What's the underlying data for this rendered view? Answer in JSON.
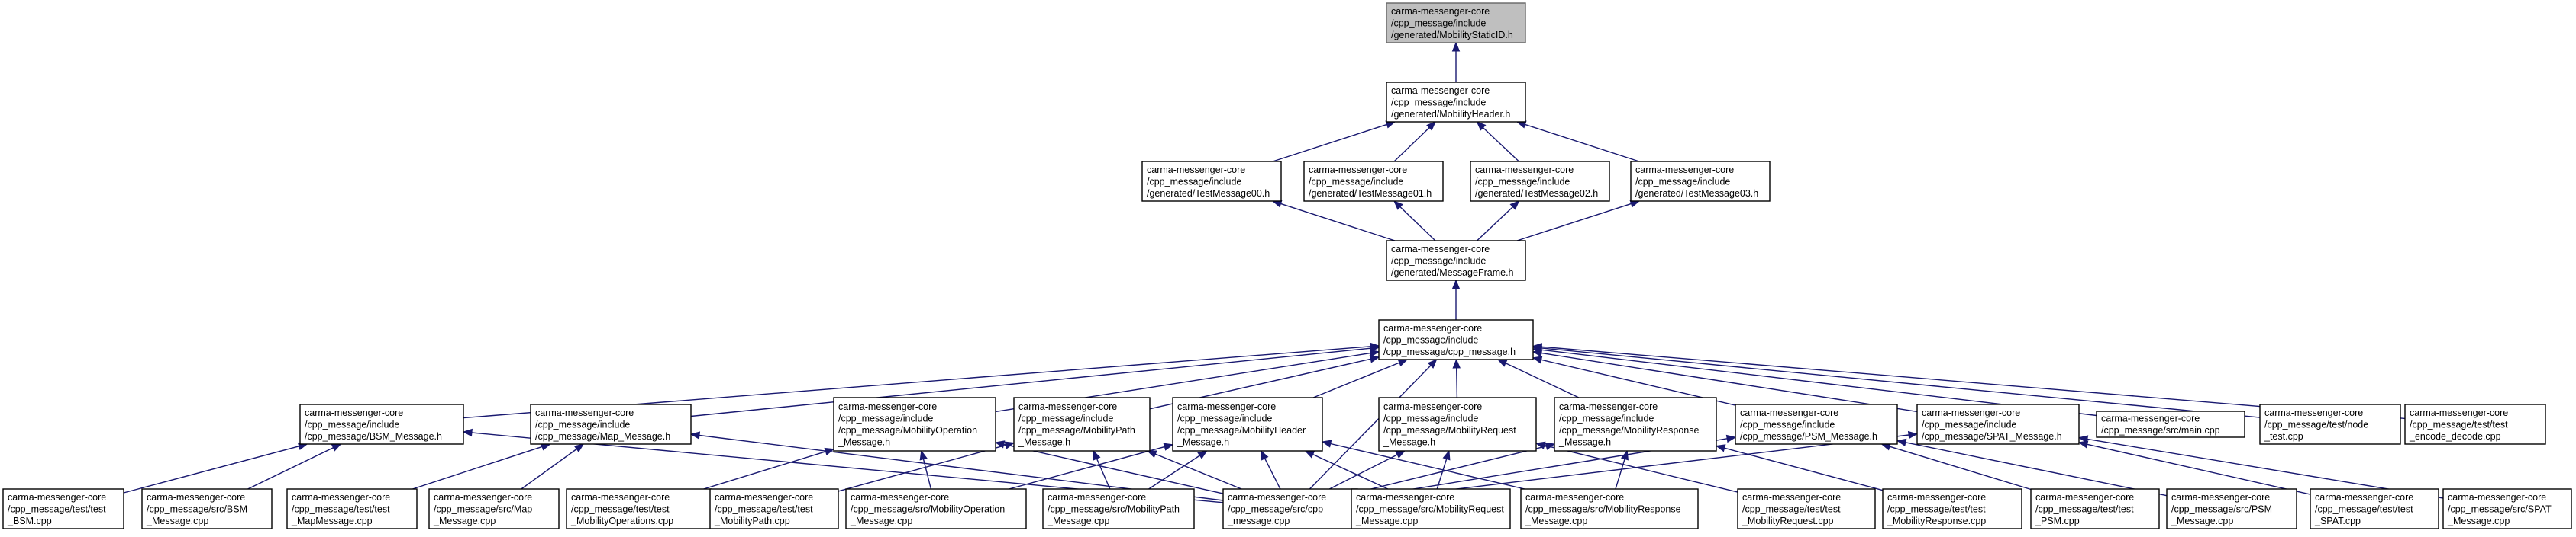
{
  "graph": {
    "kind": "include dependency graph",
    "edge_color": "#191970",
    "root_fill": "#bfbfbf",
    "nodes": [
      {
        "id": "root",
        "lines": [
          "carma-messenger-core",
          "/cpp_message/include",
          "/generated/MobilityStaticID.h"
        ],
        "root": true
      },
      {
        "id": "mobheader",
        "lines": [
          "carma-messenger-core",
          "/cpp_message/include",
          "/generated/MobilityHeader.h"
        ]
      },
      {
        "id": "tm00",
        "lines": [
          "carma-messenger-core",
          "/cpp_message/include",
          "/generated/TestMessage00.h"
        ]
      },
      {
        "id": "tm01",
        "lines": [
          "carma-messenger-core",
          "/cpp_message/include",
          "/generated/TestMessage01.h"
        ]
      },
      {
        "id": "tm02",
        "lines": [
          "carma-messenger-core",
          "/cpp_message/include",
          "/generated/TestMessage02.h"
        ]
      },
      {
        "id": "tm03",
        "lines": [
          "carma-messenger-core",
          "/cpp_message/include",
          "/generated/TestMessage03.h"
        ]
      },
      {
        "id": "msgframe",
        "lines": [
          "carma-messenger-core",
          "/cpp_message/include",
          "/generated/MessageFrame.h"
        ]
      },
      {
        "id": "cppmsgh",
        "lines": [
          "carma-messenger-core",
          "/cpp_message/include",
          "/cpp_message/cpp_message.h"
        ]
      },
      {
        "id": "bsmh",
        "lines": [
          "carma-messenger-core",
          "/cpp_message/include",
          "/cpp_message/BSM_Message.h"
        ]
      },
      {
        "id": "maph",
        "lines": [
          "carma-messenger-core",
          "/cpp_message/include",
          "/cpp_message/Map_Message.h"
        ]
      },
      {
        "id": "mobopsh",
        "lines": [
          "carma-messenger-core",
          "/cpp_message/include",
          "/cpp_message/MobilityOperation",
          "_Message.h"
        ]
      },
      {
        "id": "mobpathh",
        "lines": [
          "carma-messenger-core",
          "/cpp_message/include",
          "/cpp_message/MobilityPath",
          "_Message.h"
        ]
      },
      {
        "id": "mobheadermsgh",
        "lines": [
          "carma-messenger-core",
          "/cpp_message/include",
          "/cpp_message/MobilityHeader",
          "_Message.h"
        ]
      },
      {
        "id": "mobreqh",
        "lines": [
          "carma-messenger-core",
          "/cpp_message/include",
          "/cpp_message/MobilityRequest",
          "_Message.h"
        ]
      },
      {
        "id": "mobresph",
        "lines": [
          "carma-messenger-core",
          "/cpp_message/include",
          "/cpp_message/MobilityResponse",
          "_Message.h"
        ]
      },
      {
        "id": "psmh",
        "lines": [
          "carma-messenger-core",
          "/cpp_message/include",
          "/cpp_message/PSM_Message.h"
        ]
      },
      {
        "id": "spath",
        "lines": [
          "carma-messenger-core",
          "/cpp_message/include",
          "/cpp_message/SPAT_Message.h"
        ]
      },
      {
        "id": "maincpp",
        "lines": [
          "carma-messenger-core",
          "/cpp_message/src/main.cpp"
        ]
      },
      {
        "id": "nodetest",
        "lines": [
          "carma-messenger-core",
          "/cpp_message/test/node",
          "_test.cpp"
        ]
      },
      {
        "id": "encdec",
        "lines": [
          "carma-messenger-core",
          "/cpp_message/test/test",
          "_encode_decode.cpp"
        ]
      },
      {
        "id": "tbsm",
        "lines": [
          "carma-messenger-core",
          "/cpp_message/test/test",
          "_BSM.cpp"
        ]
      },
      {
        "id": "sbsm",
        "lines": [
          "carma-messenger-core",
          "/cpp_message/src/BSM",
          "_Message.cpp"
        ]
      },
      {
        "id": "tmap",
        "lines": [
          "carma-messenger-core",
          "/cpp_message/test/test",
          "_MapMessage.cpp"
        ]
      },
      {
        "id": "smap",
        "lines": [
          "carma-messenger-core",
          "/cpp_message/src/Map",
          "_Message.cpp"
        ]
      },
      {
        "id": "tmobops",
        "lines": [
          "carma-messenger-core",
          "/cpp_message/test/test",
          "_MobilityOperations.cpp"
        ]
      },
      {
        "id": "tmobpath",
        "lines": [
          "carma-messenger-core",
          "/cpp_message/test/test",
          "_MobilityPath.cpp"
        ]
      },
      {
        "id": "smobops",
        "lines": [
          "carma-messenger-core",
          "/cpp_message/src/MobilityOperation",
          "_Message.cpp"
        ]
      },
      {
        "id": "smobpath",
        "lines": [
          "carma-messenger-core",
          "/cpp_message/src/MobilityPath",
          "_Message.cpp"
        ]
      },
      {
        "id": "scpp",
        "lines": [
          "carma-messenger-core",
          "/cpp_message/src/cpp",
          "_message.cpp"
        ]
      },
      {
        "id": "smobreq",
        "lines": [
          "carma-messenger-core",
          "/cpp_message/src/MobilityRequest",
          "_Message.cpp"
        ]
      },
      {
        "id": "smobresp",
        "lines": [
          "carma-messenger-core",
          "/cpp_message/src/MobilityResponse",
          "_Message.cpp"
        ]
      },
      {
        "id": "tmobreq",
        "lines": [
          "carma-messenger-core",
          "/cpp_message/test/test",
          "_MobilityRequest.cpp"
        ]
      },
      {
        "id": "tmobresp",
        "lines": [
          "carma-messenger-core",
          "/cpp_message/test/test",
          "_MobilityResponse.cpp"
        ]
      },
      {
        "id": "tpsm",
        "lines": [
          "carma-messenger-core",
          "/cpp_message/test/test",
          "_PSM.cpp"
        ]
      },
      {
        "id": "spsm",
        "lines": [
          "carma-messenger-core",
          "/cpp_message/src/PSM",
          "_Message.cpp"
        ]
      },
      {
        "id": "tspat",
        "lines": [
          "carma-messenger-core",
          "/cpp_message/test/test",
          "_SPAT.cpp"
        ]
      },
      {
        "id": "sspat",
        "lines": [
          "carma-messenger-core",
          "/cpp_message/src/SPAT",
          "_Message.cpp"
        ]
      }
    ],
    "edges": [
      [
        "mobheader",
        "root"
      ],
      [
        "tm00",
        "mobheader"
      ],
      [
        "tm01",
        "mobheader"
      ],
      [
        "tm02",
        "mobheader"
      ],
      [
        "tm03",
        "mobheader"
      ],
      [
        "msgframe",
        "tm00"
      ],
      [
        "msgframe",
        "tm01"
      ],
      [
        "msgframe",
        "tm02"
      ],
      [
        "msgframe",
        "tm03"
      ],
      [
        "cppmsgh",
        "msgframe"
      ],
      [
        "bsmh",
        "cppmsgh"
      ],
      [
        "maph",
        "cppmsgh"
      ],
      [
        "mobopsh",
        "cppmsgh"
      ],
      [
        "mobpathh",
        "cppmsgh"
      ],
      [
        "mobheadermsgh",
        "cppmsgh"
      ],
      [
        "mobreqh",
        "cppmsgh"
      ],
      [
        "mobresph",
        "cppmsgh"
      ],
      [
        "psmh",
        "cppmsgh"
      ],
      [
        "spath",
        "cppmsgh"
      ],
      [
        "maincpp",
        "cppmsgh"
      ],
      [
        "nodetest",
        "cppmsgh"
      ],
      [
        "encdec",
        "cppmsgh"
      ],
      [
        "scpp",
        "cppmsgh"
      ],
      [
        "tbsm",
        "bsmh"
      ],
      [
        "sbsm",
        "bsmh"
      ],
      [
        "scpp",
        "bsmh"
      ],
      [
        "tmap",
        "maph"
      ],
      [
        "smap",
        "maph"
      ],
      [
        "scpp",
        "maph"
      ],
      [
        "tmobops",
        "mobopsh"
      ],
      [
        "smobops",
        "mobopsh"
      ],
      [
        "scpp",
        "mobopsh"
      ],
      [
        "tmobpath",
        "mobpathh"
      ],
      [
        "smobpath",
        "mobpathh"
      ],
      [
        "scpp",
        "mobpathh"
      ],
      [
        "smobops",
        "mobheadermsgh"
      ],
      [
        "smobpath",
        "mobheadermsgh"
      ],
      [
        "scpp",
        "mobheadermsgh"
      ],
      [
        "smobreq",
        "mobheadermsgh"
      ],
      [
        "smobresp",
        "mobheadermsgh"
      ],
      [
        "scpp",
        "mobreqh"
      ],
      [
        "smobreq",
        "mobreqh"
      ],
      [
        "tmobreq",
        "mobreqh"
      ],
      [
        "scpp",
        "mobresph"
      ],
      [
        "smobresp",
        "mobresph"
      ],
      [
        "tmobresp",
        "mobresph"
      ],
      [
        "scpp",
        "psmh"
      ],
      [
        "tpsm",
        "psmh"
      ],
      [
        "spsm",
        "psmh"
      ],
      [
        "scpp",
        "spath"
      ],
      [
        "tspat",
        "spath"
      ],
      [
        "sspat",
        "spath"
      ]
    ]
  }
}
